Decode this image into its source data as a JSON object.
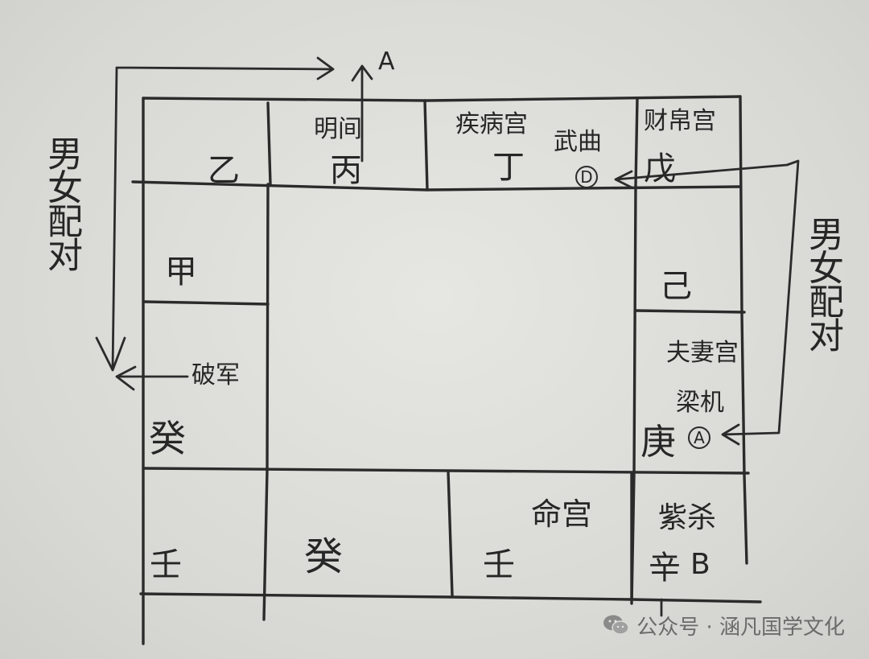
{
  "diagram": {
    "top_arrow_label": "A",
    "left_side_label": "男女配对",
    "right_side_label": "男女配对",
    "left_arrow_label": "破军",
    "cells": {
      "top_row": [
        {
          "stem": "乙",
          "palace": ""
        },
        {
          "stem": "丙",
          "palace": "明间"
        },
        {
          "stem": "丁",
          "palace": "疾病宫",
          "star": "武曲",
          "marker": "D"
        },
        {
          "stem": "戊",
          "palace": "财帛宫"
        }
      ],
      "left_col": [
        {
          "stem": "甲"
        },
        {
          "stem": "癸"
        }
      ],
      "right_col": [
        {
          "stem": "己"
        },
        {
          "stem": "庚",
          "palace": "夫妻宫",
          "star": "梁机",
          "marker": "A"
        }
      ],
      "bottom_row": [
        {
          "stem": "壬"
        },
        {
          "stem": "癸"
        },
        {
          "stem": "壬",
          "palace": "命宫"
        },
        {
          "stem": "辛",
          "star": "紫杀",
          "marker": "B"
        }
      ]
    }
  },
  "watermark": {
    "icon": "wechat-icon",
    "text": "公众号 · 涵凡国学文化"
  }
}
